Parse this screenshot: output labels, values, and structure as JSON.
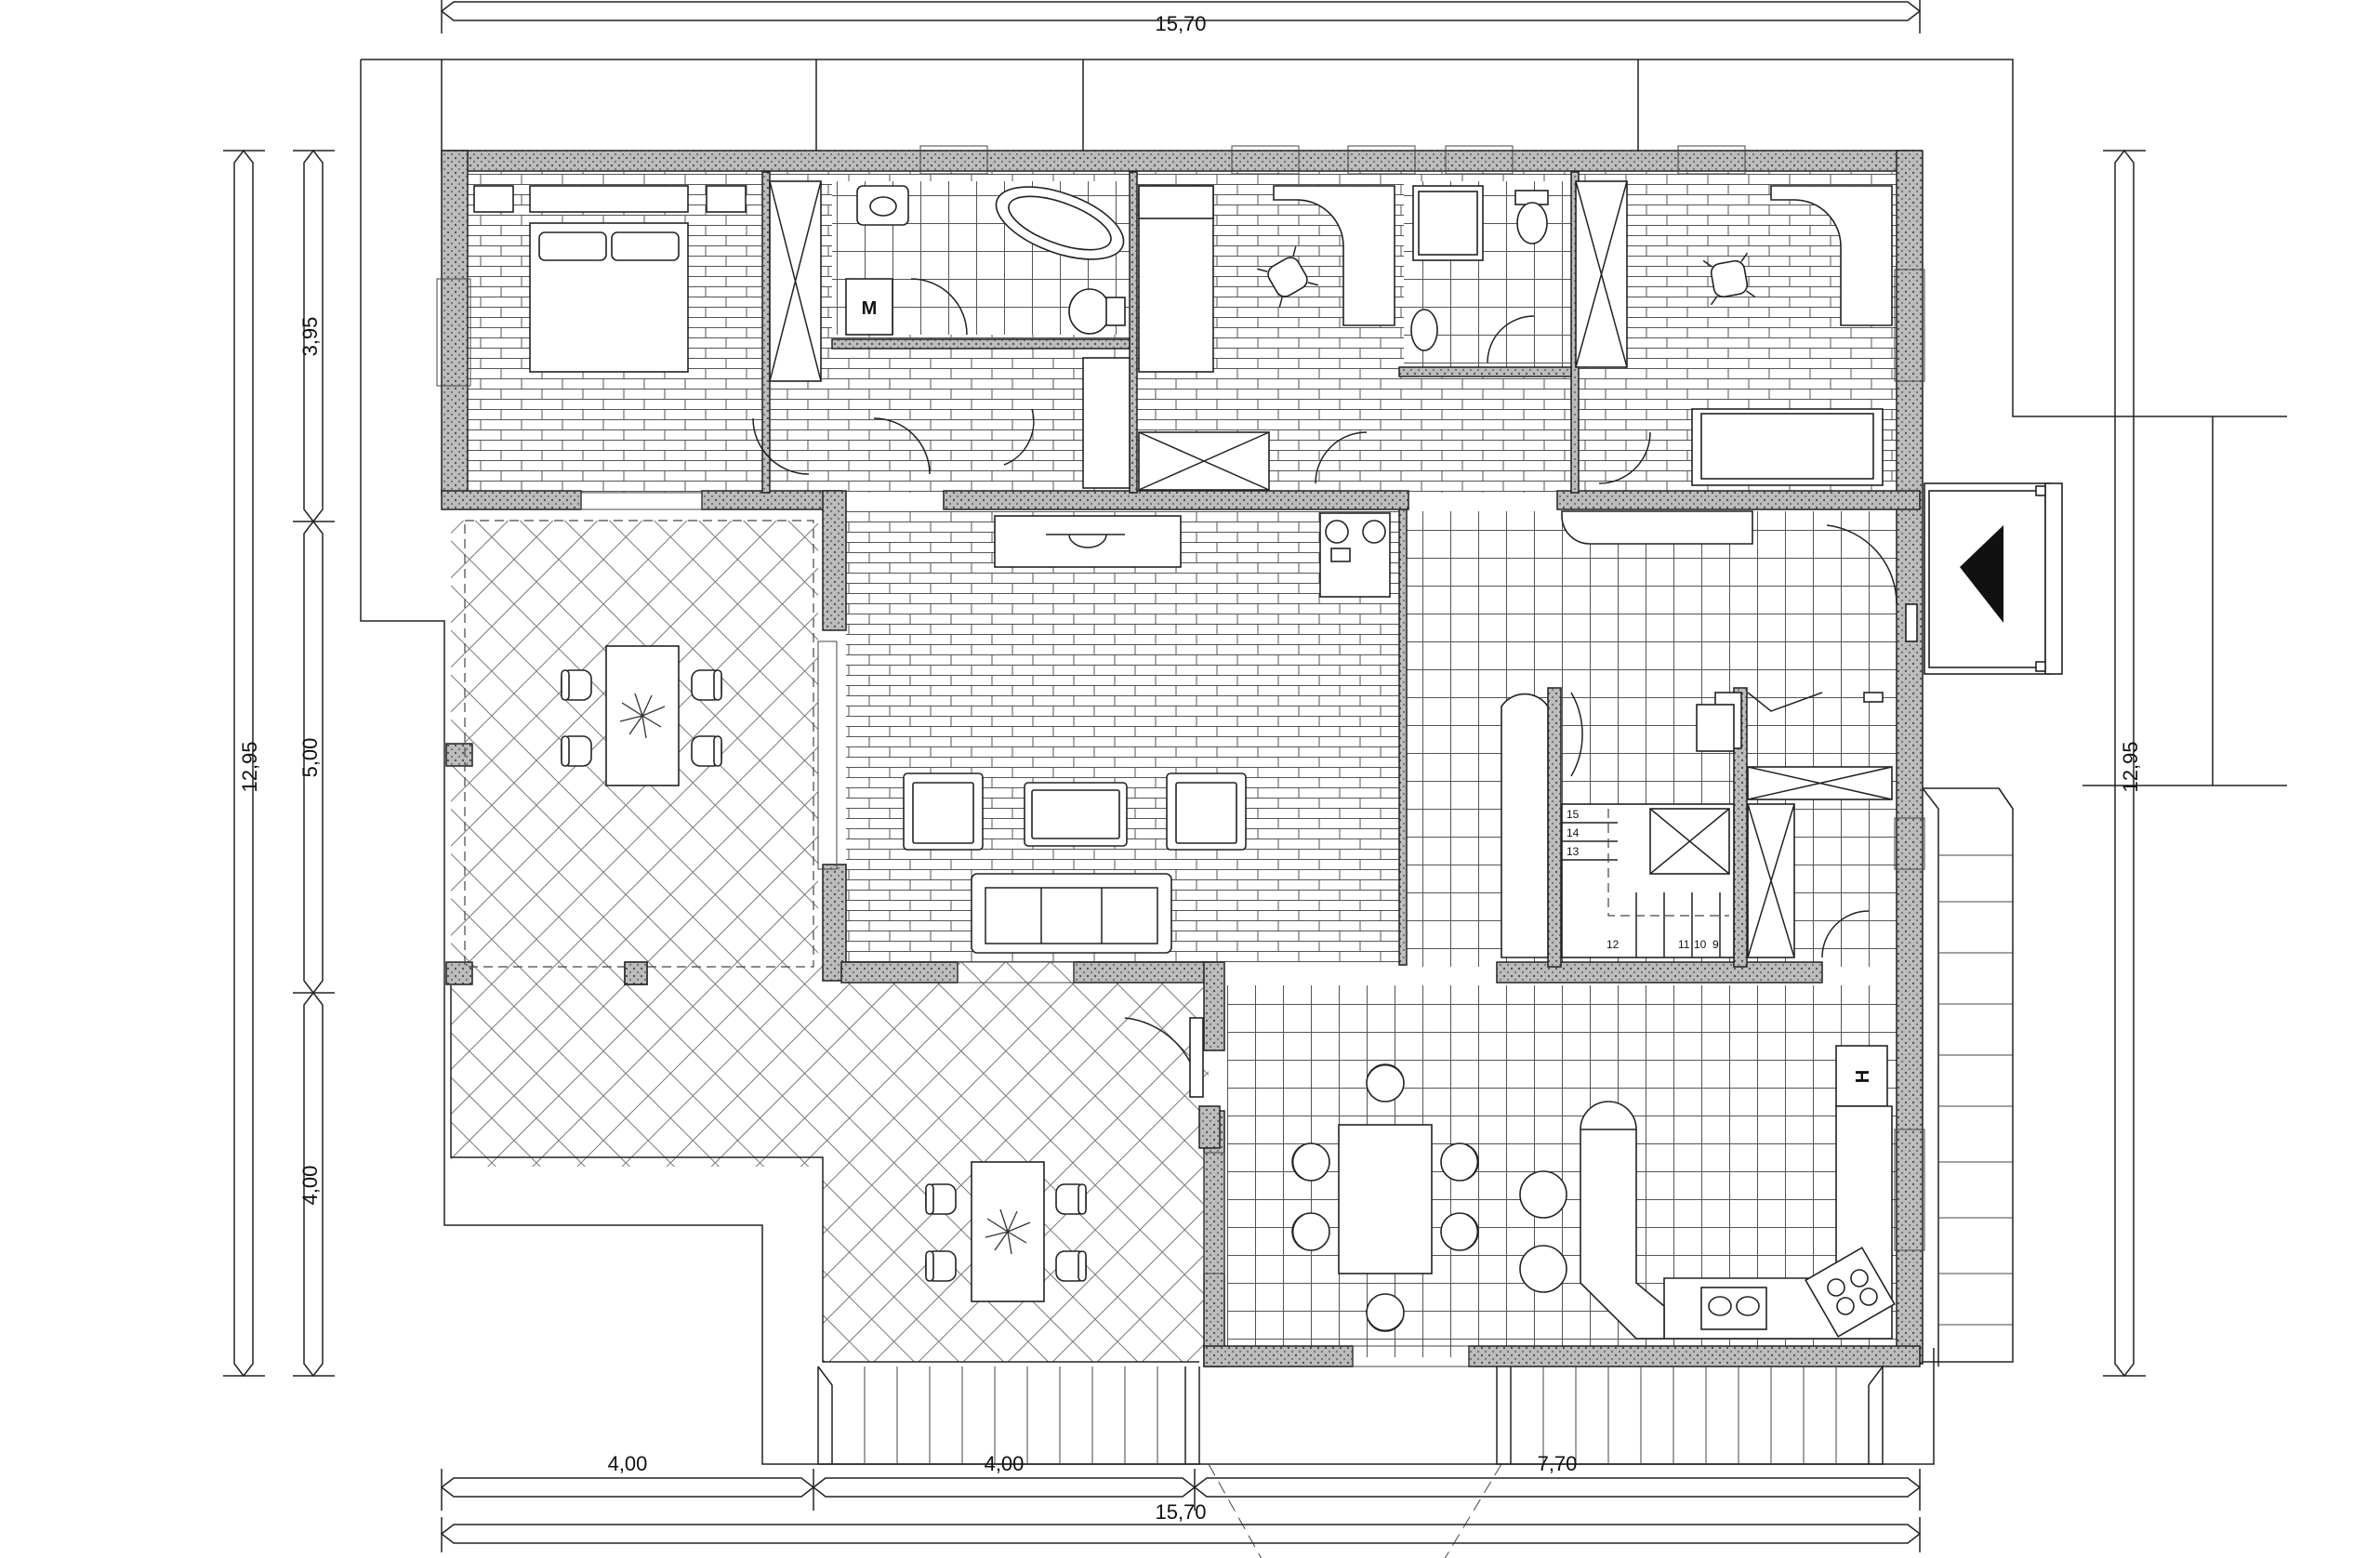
{
  "dimensions": {
    "top_overall": "15,70",
    "bottom_segments": [
      "4,00",
      "4,00",
      "7,70"
    ],
    "bottom_overall": "15,70",
    "left_overall": "12,95",
    "left_segments": [
      "3,95",
      "5,00",
      "4,00"
    ],
    "right_overall": "12,95"
  },
  "stair_numbers": [
    "15",
    "14",
    "13",
    "12",
    "11",
    "10",
    "9"
  ],
  "appliance_labels": {
    "bath_machine": "M",
    "kitchen_fridge": "H"
  }
}
